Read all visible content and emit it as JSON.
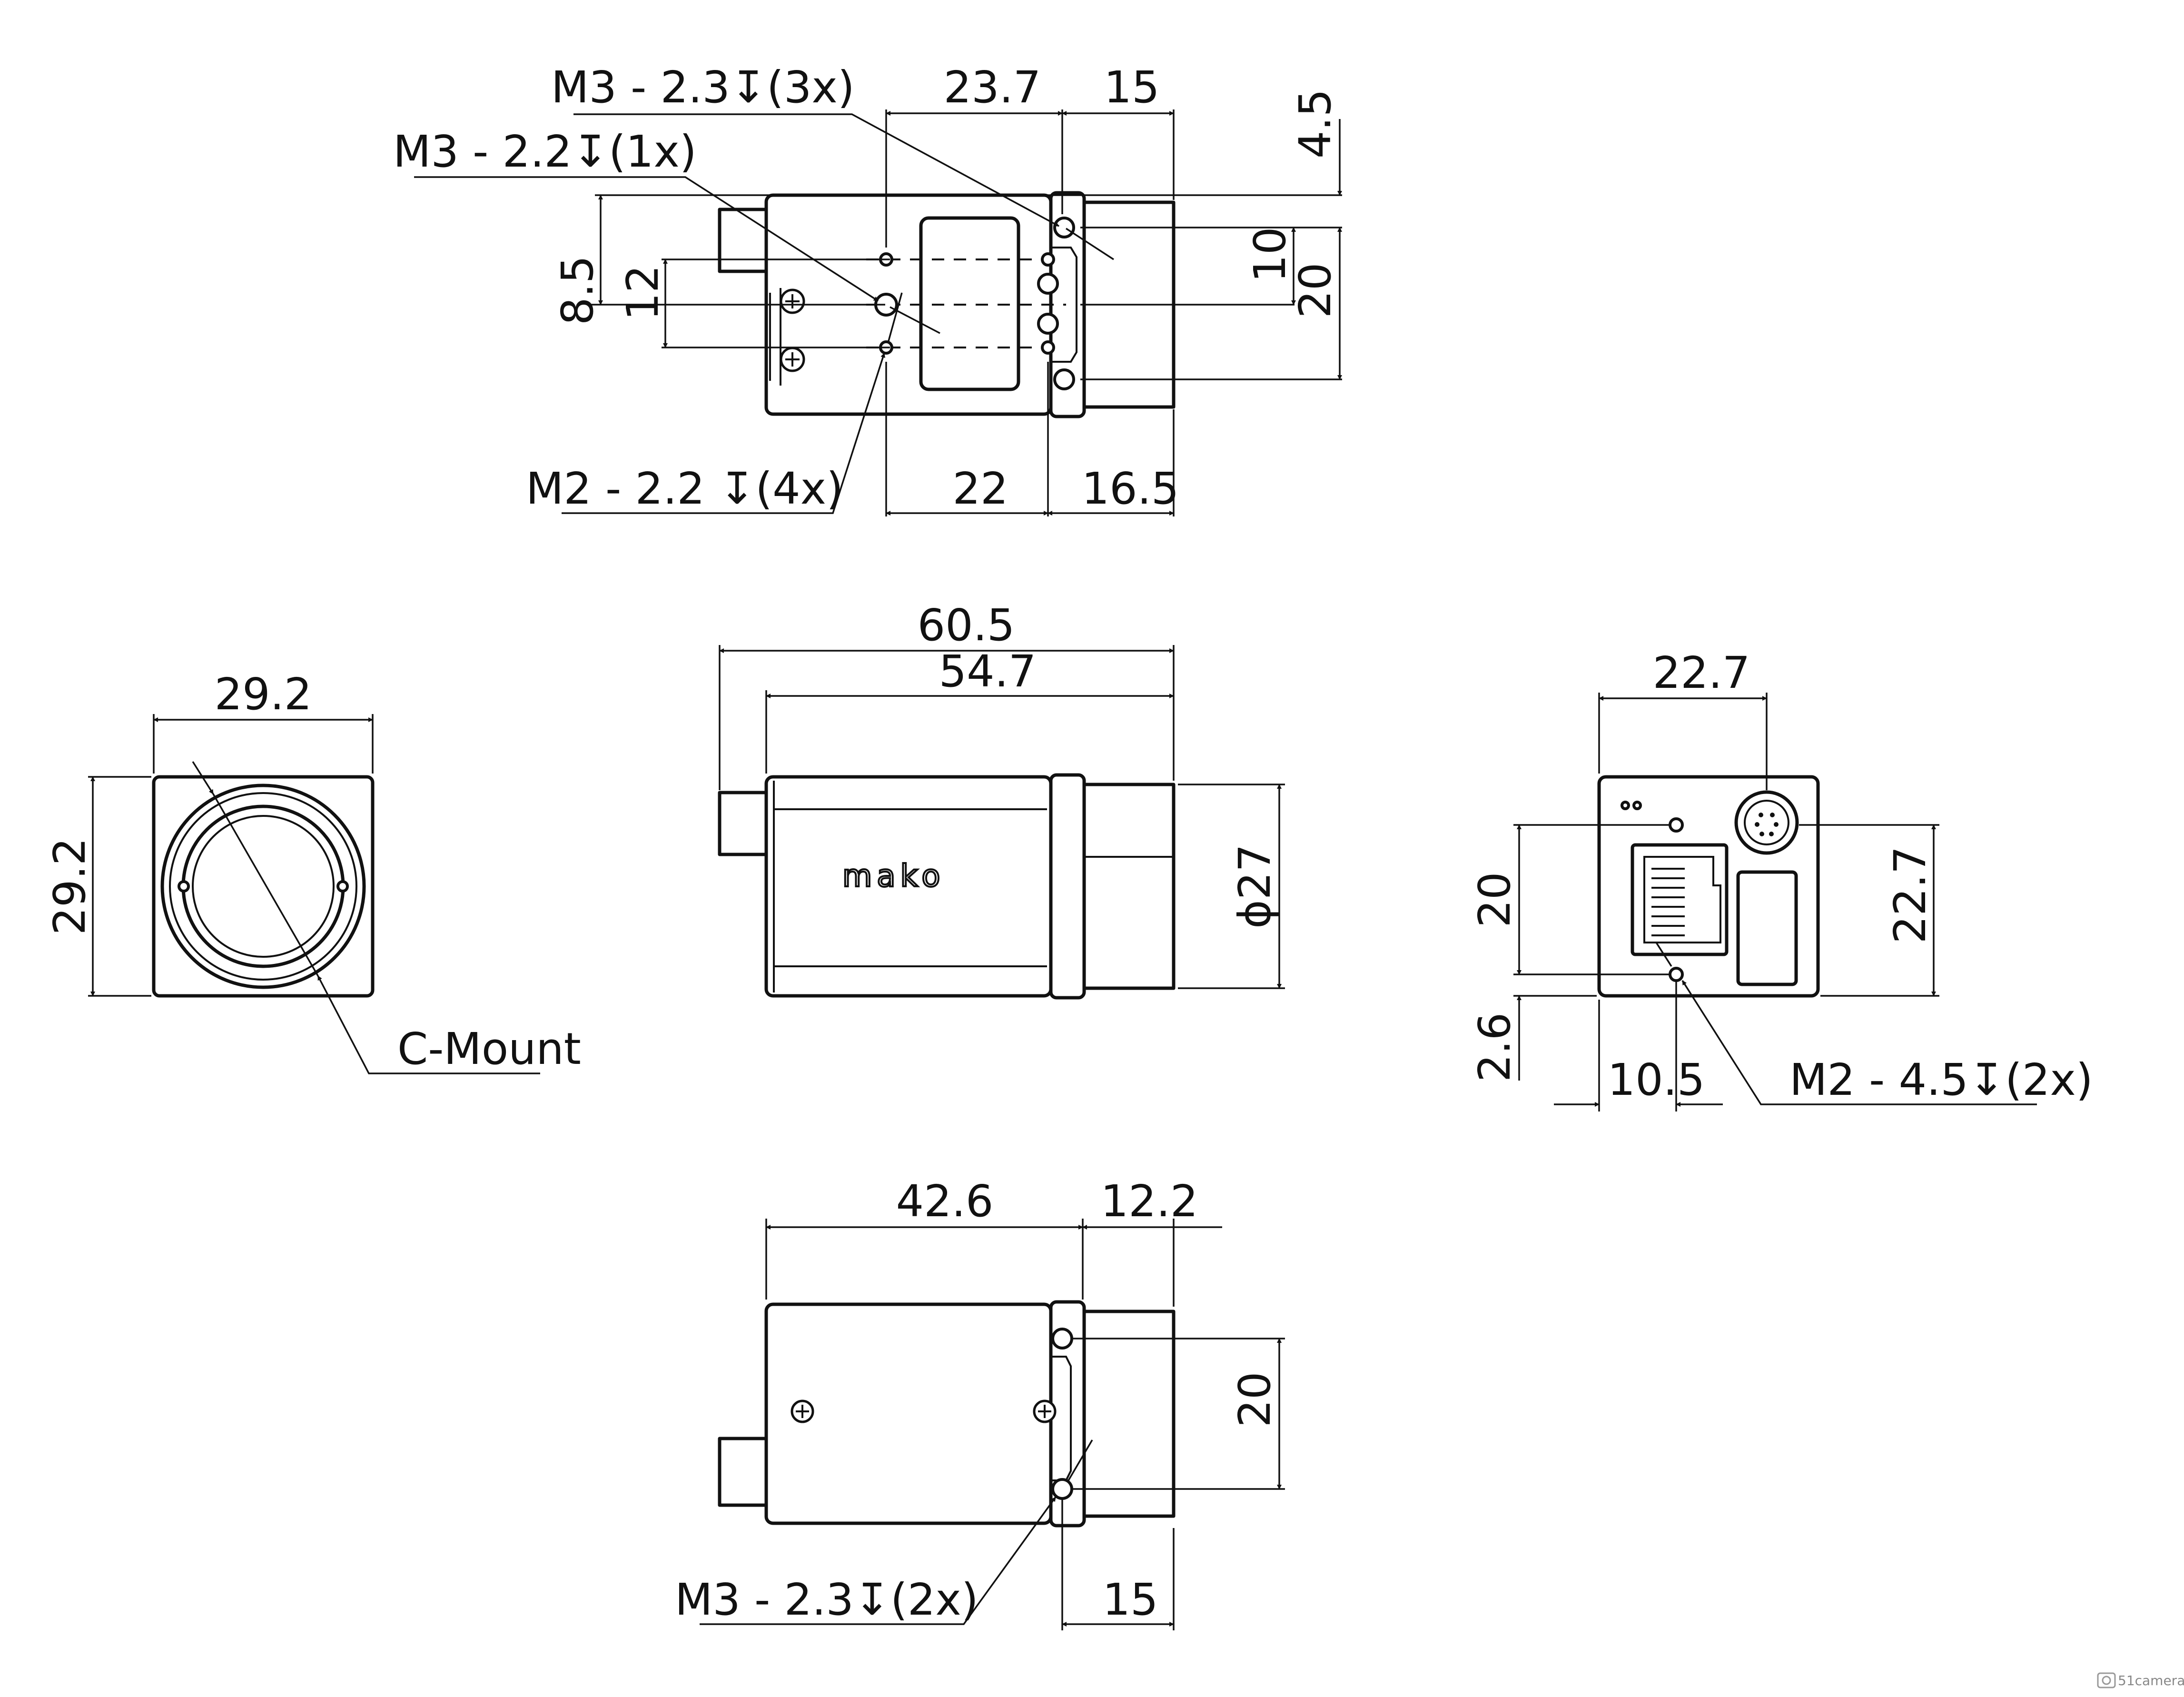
{
  "top_view": {
    "dims": {
      "d23_7": "23.7",
      "d15_top": "15",
      "d4_5": "4.5",
      "d10": "10",
      "d20": "20",
      "d8_5": "8.5",
      "d12": "12",
      "d22": "22",
      "d16_5": "16.5"
    },
    "callouts": {
      "m3_3x": "M3 - 2.3↧(3x)",
      "m3_1x": "M3 - 2.2↧(1x)",
      "m2_4x": "M2 - 2.2 ↧(4x)"
    }
  },
  "front_view": {
    "width": "29.2",
    "height": "29.2",
    "mount_label": "C-Mount"
  },
  "side_view": {
    "overall": "60.5",
    "body": "54.7",
    "diameter": "ϕ27",
    "brand": "mako"
  },
  "rear_view": {
    "width": "22.7",
    "height": "22.7",
    "d20": "20",
    "d2_6": "2.6",
    "d10_5": "10.5",
    "callout": "M2 - 4.5↧(2x)"
  },
  "bottom_view": {
    "d42_6": "42.6",
    "d12_2": "12.2",
    "d20": "20",
    "d15": "15",
    "callout": "M3 - 2.3↧(2x)"
  },
  "watermark": "51camera"
}
